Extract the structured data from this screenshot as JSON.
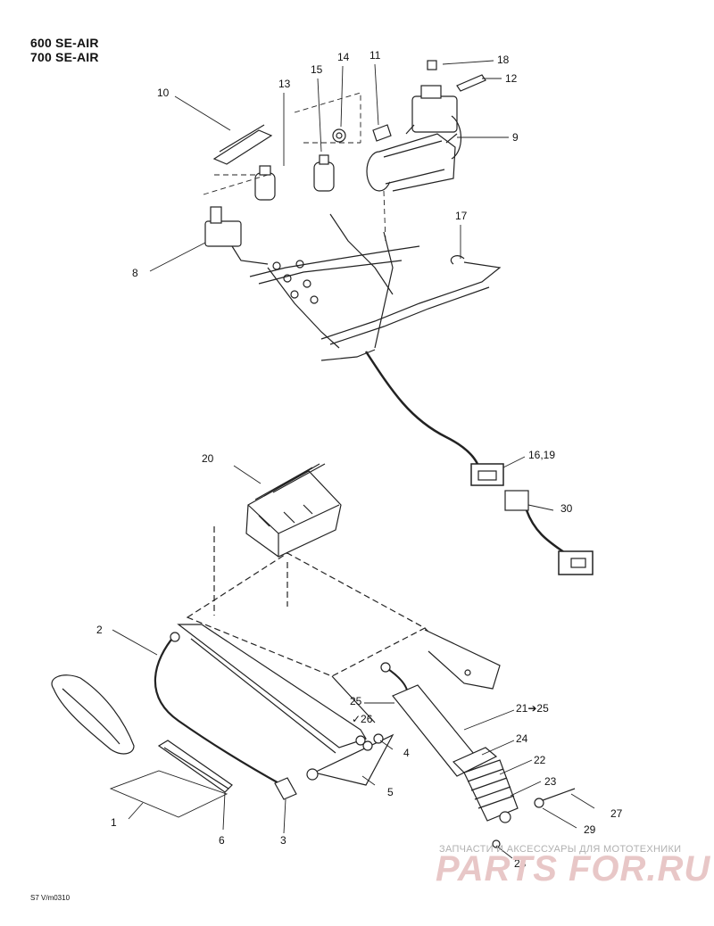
{
  "header": {
    "model_line_1": "600 SE-AIR",
    "model_line_2": "700 SE-AIR"
  },
  "callouts": {
    "c1": "1",
    "c2": "2",
    "c3": "3",
    "c4": "4",
    "c5": "5",
    "c6": "6",
    "c8": "8",
    "c9": "9",
    "c10": "10",
    "c11": "11",
    "c12": "12",
    "c13": "13",
    "c14": "14",
    "c15": "15",
    "c16_19": "16,19",
    "c17": "17",
    "c18": "18",
    "c20": "20",
    "c21_25": "21➔25",
    "c22": "22",
    "c23": "23",
    "c24": "24",
    "c25": "25",
    "c26": "✓26",
    "c27": "27",
    "c28": "28",
    "c29": "29",
    "c30": "30"
  },
  "footer": {
    "drawing_code": "S7 V/m0310"
  },
  "watermark": {
    "subtitle": "ЗАПЧАСТИ И АКСЕССУАРЫ ДЛЯ МОТОТЕХНИКИ",
    "brand": "PARTS FOR.RU",
    "color": "#e8c7c7"
  }
}
